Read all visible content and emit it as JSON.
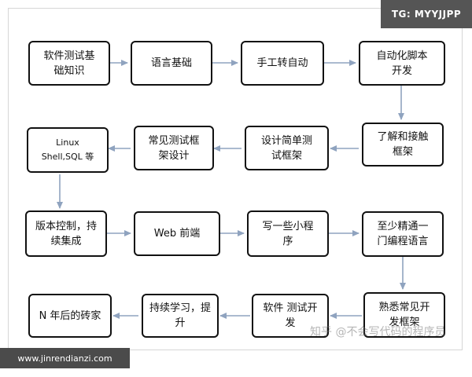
{
  "nodes": [
    {
      "id": "n1",
      "text": "软件测试基\n础知识"
    },
    {
      "id": "n2",
      "text": "语言基础"
    },
    {
      "id": "n3",
      "text": "手工转自动"
    },
    {
      "id": "n4",
      "text": "自动化脚本\n开发"
    },
    {
      "id": "n5",
      "text": "了解和接触\n框架"
    },
    {
      "id": "n6",
      "text": "设计简单测\n试框架"
    },
    {
      "id": "n7",
      "text": "常见测试框\n架设计"
    },
    {
      "id": "n8",
      "text": "Linux\nShell,SQL 等"
    },
    {
      "id": "n9",
      "text": "版本控制，持\n续集成"
    },
    {
      "id": "n10",
      "text": "Web 前端"
    },
    {
      "id": "n11",
      "text": "写一些小程\n序"
    },
    {
      "id": "n12",
      "text": "至少精通一\n门编程语言"
    },
    {
      "id": "n13",
      "text": "熟悉常见开\n发框架"
    },
    {
      "id": "n14",
      "text": "软件 测试开\n发"
    },
    {
      "id": "n15",
      "text": "持续学习，提\n升"
    },
    {
      "id": "n16",
      "text": "N 年后的砖家"
    }
  ],
  "badge_top": "TG: MYYJJPP",
  "badge_bottom": "www.jinrendianzi.com",
  "watermark": "知乎 @不会写代码的程序员"
}
